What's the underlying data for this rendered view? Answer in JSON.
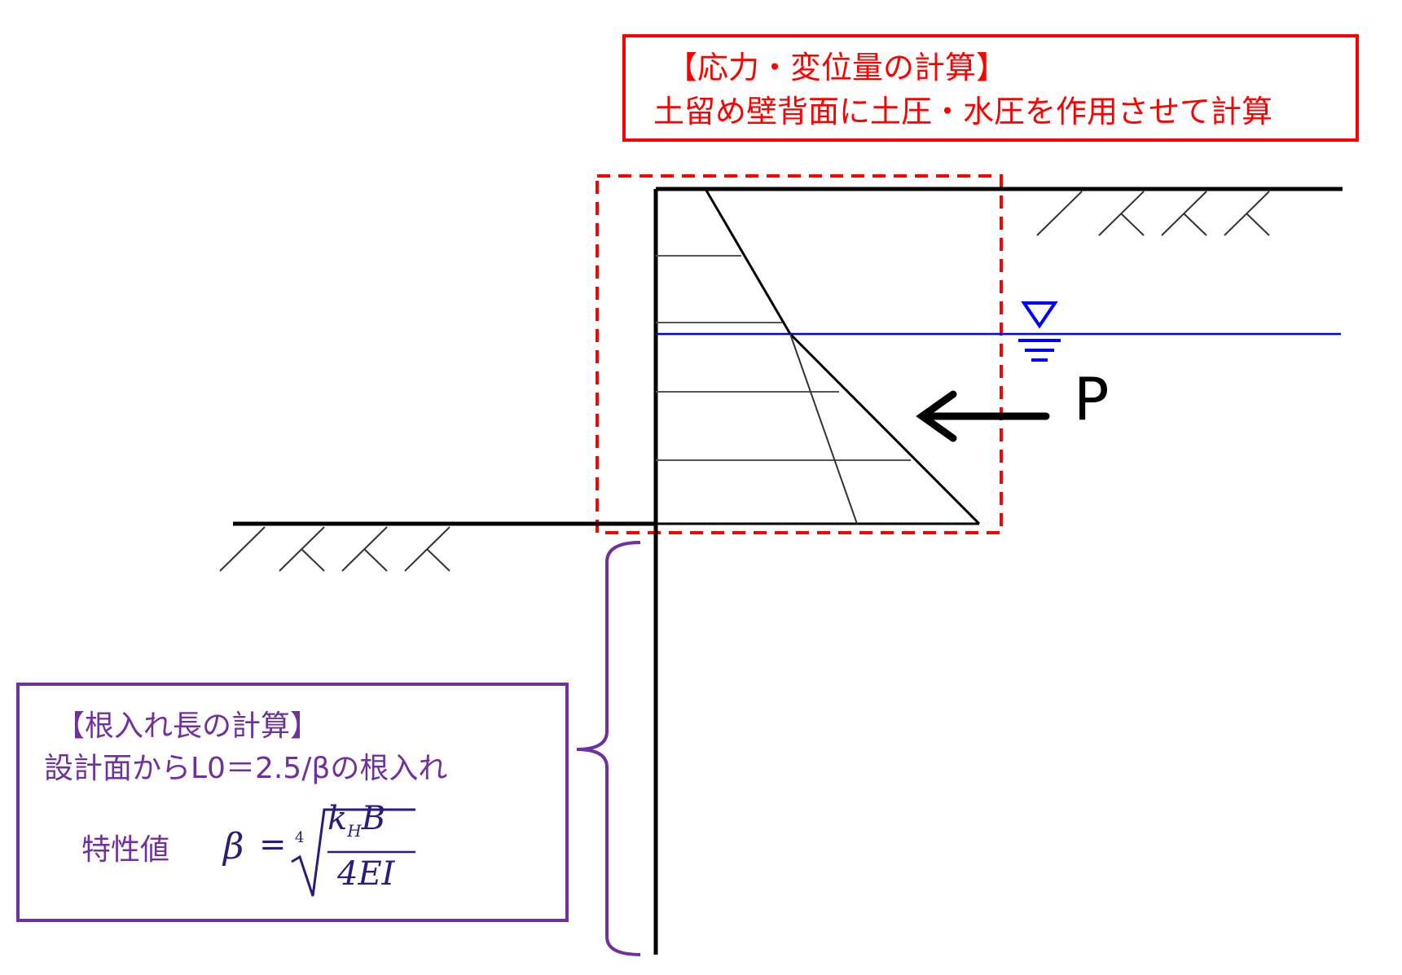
{
  "stress_box": {
    "title": "【応力・変位量の計算】",
    "description": "土留め壁背面に土圧・水圧を作用させて計算"
  },
  "embed_box": {
    "title": "【根入れ長の計算】",
    "description": "設計面からL0＝2.5/βの根入れ",
    "characteristic_label": "特性値"
  },
  "formula": {
    "lhs": "β",
    "equals": "=",
    "root_index": "4",
    "numerator_k": "k",
    "numerator_sub": "H",
    "numerator_b": "B",
    "denominator": "4EI"
  },
  "load_label": "P",
  "colors": {
    "stress_box": "#ff0000",
    "embed_box": "#7030a0",
    "water_line": "#0000ff",
    "structure": "#000000"
  },
  "icons": [
    "water-level-triangle-icon",
    "ground-hatch-icon",
    "load-arrow-icon",
    "curly-brace-icon"
  ]
}
